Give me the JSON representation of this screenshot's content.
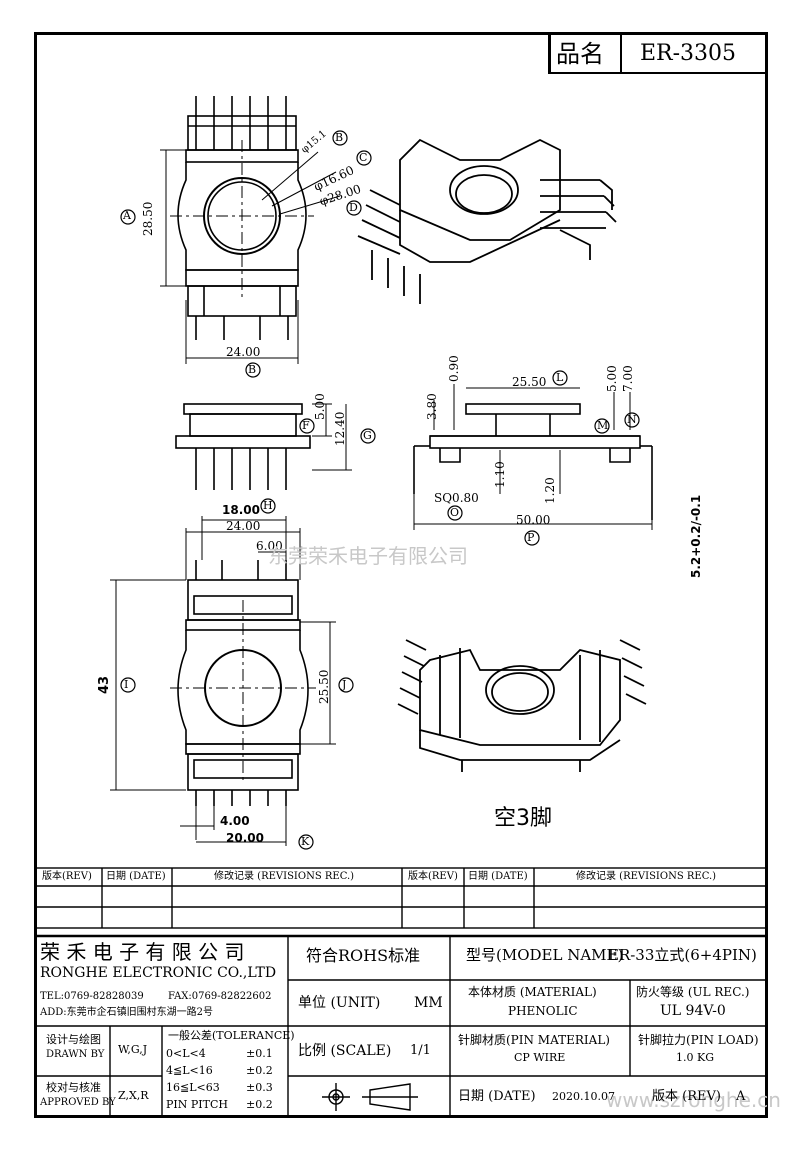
{
  "header": {
    "name_label": "品名",
    "part_number": "ER-3305"
  },
  "views": {
    "top": {
      "callouts": [
        "A",
        "B",
        "C",
        "D"
      ],
      "dims": [
        "φ15.1",
        "φ16.60",
        "φ28.00",
        "28.50",
        "24.00"
      ],
      "bottom_callout": "B"
    },
    "side": {
      "dims": [
        "5.00",
        "12.40"
      ],
      "callouts": [
        "F",
        "G"
      ]
    },
    "section": {
      "dims": [
        "0.90",
        "3.80",
        "25.50",
        "5.00",
        "7.00",
        "1.10",
        "1.20",
        "SQ0.80",
        "50.00",
        "5.2+0.2/-0.1"
      ],
      "callouts": [
        "L",
        "M",
        "N",
        "O",
        "P"
      ]
    },
    "bottom": {
      "dims": [
        "18.00",
        "24.00",
        "6.00",
        "43",
        "25.50",
        "4.00",
        "20.00"
      ],
      "callouts": [
        "H",
        "I",
        "J",
        "K"
      ]
    },
    "note": "空3脚"
  },
  "watermarks": {
    "center": "东莞荣禾电子有限公司",
    "bottom_right": "www.szronghe.cn"
  },
  "revision_table": {
    "headers": [
      "版本(REV)",
      "日期 (DATE)",
      "修改记录 (REVISIONS REC.)",
      "版本(REV)",
      "日期 (DATE)",
      "修改记录 (REVISIONS REC.)"
    ]
  },
  "title_block": {
    "company_cn": "荣 禾 电 子 有 限 公 司",
    "company_en": "RONGHE ELECTRONIC CO.,LTD",
    "tel": "TEL:0769-82828039",
    "fax": "FAX:0769-82822602",
    "address": "ADD:东莞市企石镇旧围村东湖一路2号",
    "rohs": "符合ROHS标准",
    "model_label": "型号(MODEL NAME)",
    "model_value": "ER-33立式(6+4PIN)",
    "unit_label": "单位 (UNIT)",
    "unit_value": "MM",
    "scale_label": "比例 (SCALE)",
    "scale_value": "1/1",
    "date_label": "日期 (DATE)",
    "date_value": "2020.10.07",
    "material_label": "本体材质 (MATERIAL)",
    "material_value": "PHENOLIC",
    "fire_label": "防火等级 (UL REC.)",
    "fire_value": "UL 94V-0",
    "pin_material_label": "针脚材质(PIN MATERIAL)",
    "pin_material_value": "CP WIRE",
    "pin_load_label": "针脚拉力(PIN LOAD)",
    "pin_load_value": "1.0 KG",
    "version_label": "版本 (REV)",
    "version_value": "A",
    "drawn_label_cn": "设计与绘图",
    "drawn_label_en": "DRAWN BY",
    "drawn_value": "W,G,J",
    "approved_label_cn": "校对与核准",
    "approved_label_en": "APPROVED BY",
    "approved_value": "Z,X,R",
    "tolerance_title": "一般公差(TOLERANCE)",
    "tolerances": [
      {
        "range": "0<L<4",
        "value": "±0.1"
      },
      {
        "range": "4≦L<16",
        "value": "±0.2"
      },
      {
        "range": "16≦L<63",
        "value": "±0.3"
      },
      {
        "range": "PIN PITCH",
        "value": "±0.2"
      }
    ]
  }
}
